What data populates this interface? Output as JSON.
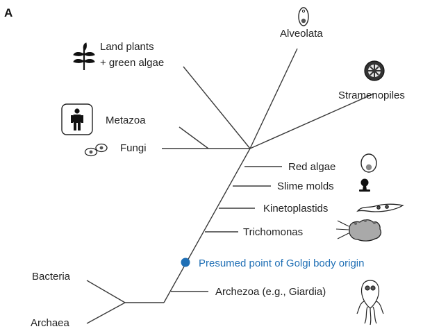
{
  "panel_letter": "A",
  "colors": {
    "line": "#3a3a3a",
    "text": "#222222",
    "origin_marker": "#1f6fb5",
    "icon_fill": "#9a9a9a"
  },
  "taxa": {
    "alveolata": "Alveolata",
    "land_plants_line1": "Land plants",
    "land_plants_line2": "+ green algae",
    "stramenopiles": "Stramenopiles",
    "metazoa": "Metazoa",
    "fungi": "Fungi",
    "red_algae": "Red algae",
    "slime_molds": "Slime molds",
    "kinetoplastids": "Kinetoplastids",
    "trichomonas": "Trichomonas",
    "archezoa": "Archezoa (e.g., Giardia)",
    "bacteria": "Bacteria",
    "archaea": "Archaea"
  },
  "golgi_origin": {
    "label": "Presumed point of Golgi body origin"
  },
  "icons": [
    "alveolata-cell-icon",
    "land-plant-icon",
    "stramenopile-cell-icon",
    "human-figure-icon",
    "fungi-cells-icon",
    "red-algae-cell-icon",
    "slime-mold-icon",
    "kinetoplastid-icon",
    "trichomonas-icon",
    "giardia-icon"
  ]
}
